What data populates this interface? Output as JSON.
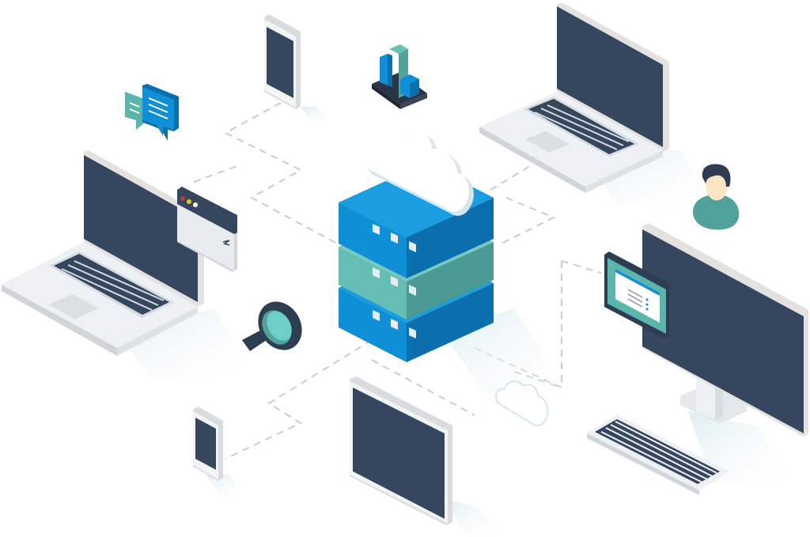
{
  "illustration": {
    "alt": "Isometric cloud server network connecting multiple devices",
    "elements": [
      {
        "id": "server-stack",
        "icon": "cloud-server-stack-icon"
      },
      {
        "id": "laptop-top-right",
        "icon": "laptop-icon"
      },
      {
        "id": "laptop-left",
        "icon": "laptop-icon"
      },
      {
        "id": "desktop-monitor",
        "icon": "desktop-monitor-icon"
      },
      {
        "id": "keyboard",
        "icon": "keyboard-icon"
      },
      {
        "id": "tablet",
        "icon": "tablet-icon"
      },
      {
        "id": "phone-top",
        "icon": "smartphone-icon"
      },
      {
        "id": "phone-bottom",
        "icon": "smartphone-icon"
      },
      {
        "id": "chat",
        "icon": "chat-bubbles-icon"
      },
      {
        "id": "bar-chart",
        "icon": "bar-chart-icon"
      },
      {
        "id": "browser-window",
        "icon": "browser-window-icon"
      },
      {
        "id": "user",
        "icon": "user-avatar-icon"
      },
      {
        "id": "magnifier",
        "icon": "magnifying-glass-icon"
      },
      {
        "id": "small-cloud",
        "icon": "cloud-outline-icon"
      },
      {
        "id": "document-screen",
        "icon": "document-screen-icon"
      }
    ]
  },
  "colors": {
    "navy": "#34475f",
    "blue": "#0f8fd6",
    "blue_dark": "#0b6fae",
    "teal": "#5cb5ac",
    "teal_dark": "#3f8f88",
    "light_gray": "#edf0f2",
    "dash": "#c5ced6"
  }
}
